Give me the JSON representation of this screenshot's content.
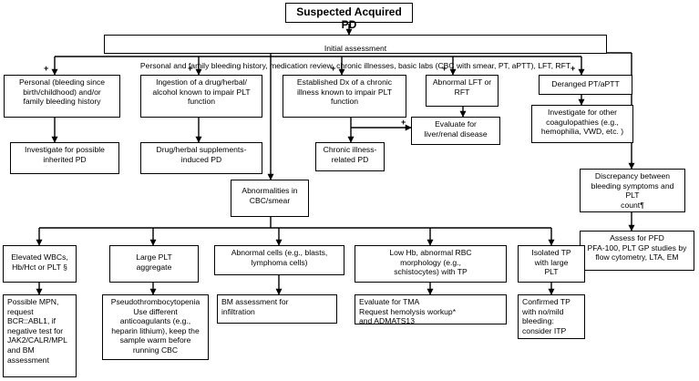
{
  "title": "Suspected Acquired PD",
  "initial": {
    "heading": "Initial assessment",
    "body": "Personal and family bleeding history, medication review, chronic illnesses, basic labs (CBC with smear, PT, aPTT), LFT, RFT"
  },
  "plus_sign": "+",
  "boxes": {
    "personal_history": "Personal (bleeding since\nbirth/childhood) and/or\nfamily bleeding history",
    "inherited": "Investigate for possible\ninherited PD",
    "drug_ingestion": "Ingestion of a drug/herbal/\nalcohol known to impair PLT\nfunction",
    "drug_induced": "Drug/herbal supplements-\ninduced PD",
    "chronic_dx": "Established Dx of a chronic\nillness known to impair PLT\nfunction",
    "abnormal_lft": "Abnormal LFT or\nRFT",
    "liver_renal": "Evaluate for\nliver/renal disease",
    "chronic_related": "Chronic illness-\nrelated PD",
    "deranged_pt": "Deranged PT/aPTT",
    "coagulopathies": "Investigate for other\ncoagulopathies (e.g.,\nhemophilia, VWD, etc. )",
    "discrepancy": "Discrepancy between\nbleeding symptoms and PLT\ncount¶",
    "assess_pfd": "Assess for PFD\nPFA-100, PLT GP studies by\nflow cytometry, LTA, EM",
    "cbc_abn": "Abnormalities in\nCBC/smear",
    "elevated_wbc": "Elevated WBCs,\nHb/Hct or PLT §",
    "mpn": "Possible MPN,\nrequest\nBCR::ABL1, if\nnegative test for\nJAK2/CALR/MPL\nand BM\nassessment",
    "large_plt": "Large PLT\naggregate",
    "pseudo": "Pseudothrombocytopenia\nUse different\nanticoagulants (e.g.,\nheparin lithium), keep the\nsample warm before\nrunning CBC",
    "abn_cells": "Abnormal cells (e.g., blasts,\nlymphoma cells)",
    "bm_assess": "BM assessment for\ninfiltration",
    "low_hb": "Low Hb, abnormal RBC\nmorphology (e.g.,\nschistocytes) with TP",
    "tma": "Evaluate for TMA\nRequest hemolysis workup*\nand ADMATS13",
    "isolated_tp": "Isolated TP\nwith large\nPLT",
    "itp": "Confirmed TP\nwith no/mild\nbleeding:\nconsider ITP"
  }
}
